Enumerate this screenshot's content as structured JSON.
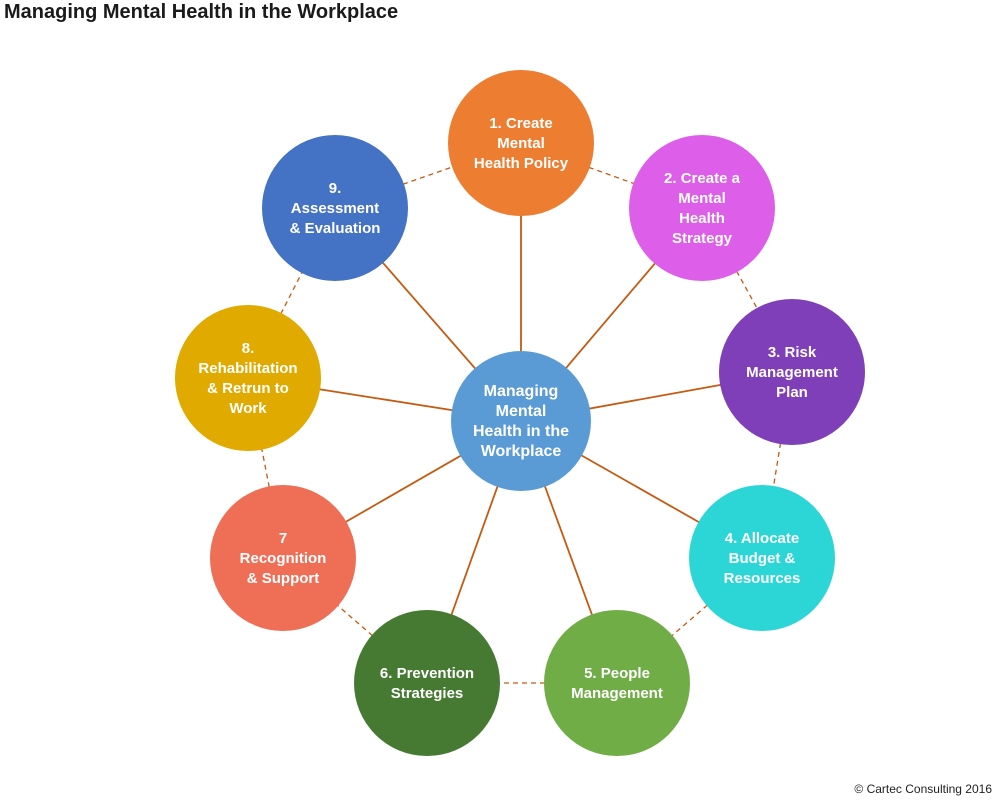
{
  "title": "Managing Mental Health in the Workplace",
  "copyright": "© Cartec Consulting 2016",
  "center": {
    "label": [
      "Managing",
      "Mental",
      "Health in the",
      "Workplace"
    ],
    "color": "#5b9bd5"
  },
  "connector_color": "#c55a11",
  "ring_color": "#c55a11",
  "nodes": [
    {
      "id": "create-policy",
      "label": [
        "1. Create",
        "Mental",
        "Health Policy"
      ],
      "color": "#ed7d31"
    },
    {
      "id": "create-strategy",
      "label": [
        "2. Create a",
        "Mental",
        "Health",
        "Strategy"
      ],
      "color": "#dd5ee8"
    },
    {
      "id": "risk-management",
      "label": [
        "3. Risk",
        "Management",
        "Plan"
      ],
      "color": "#7e3fb8"
    },
    {
      "id": "allocate-budget",
      "label": [
        "4. Allocate",
        "Budget &",
        "Resources"
      ],
      "color": "#2dd6d6"
    },
    {
      "id": "people-management",
      "label": [
        "5. People",
        "Management"
      ],
      "color": "#70ad47"
    },
    {
      "id": "prevention-strategies",
      "label": [
        "6. Prevention",
        "Strategies"
      ],
      "color": "#467a33"
    },
    {
      "id": "recognition-support",
      "label": [
        "7",
        "Recognition",
        "& Support"
      ],
      "color": "#ef6f56"
    },
    {
      "id": "rehabilitation",
      "label": [
        "8.",
        "Rehabilitation",
        "& Retrun to",
        "Work"
      ],
      "color": "#e0aa00"
    },
    {
      "id": "assessment",
      "label": [
        "9.",
        "Assessment",
        "& Evaluation"
      ],
      "color": "#4472c4"
    }
  ]
}
